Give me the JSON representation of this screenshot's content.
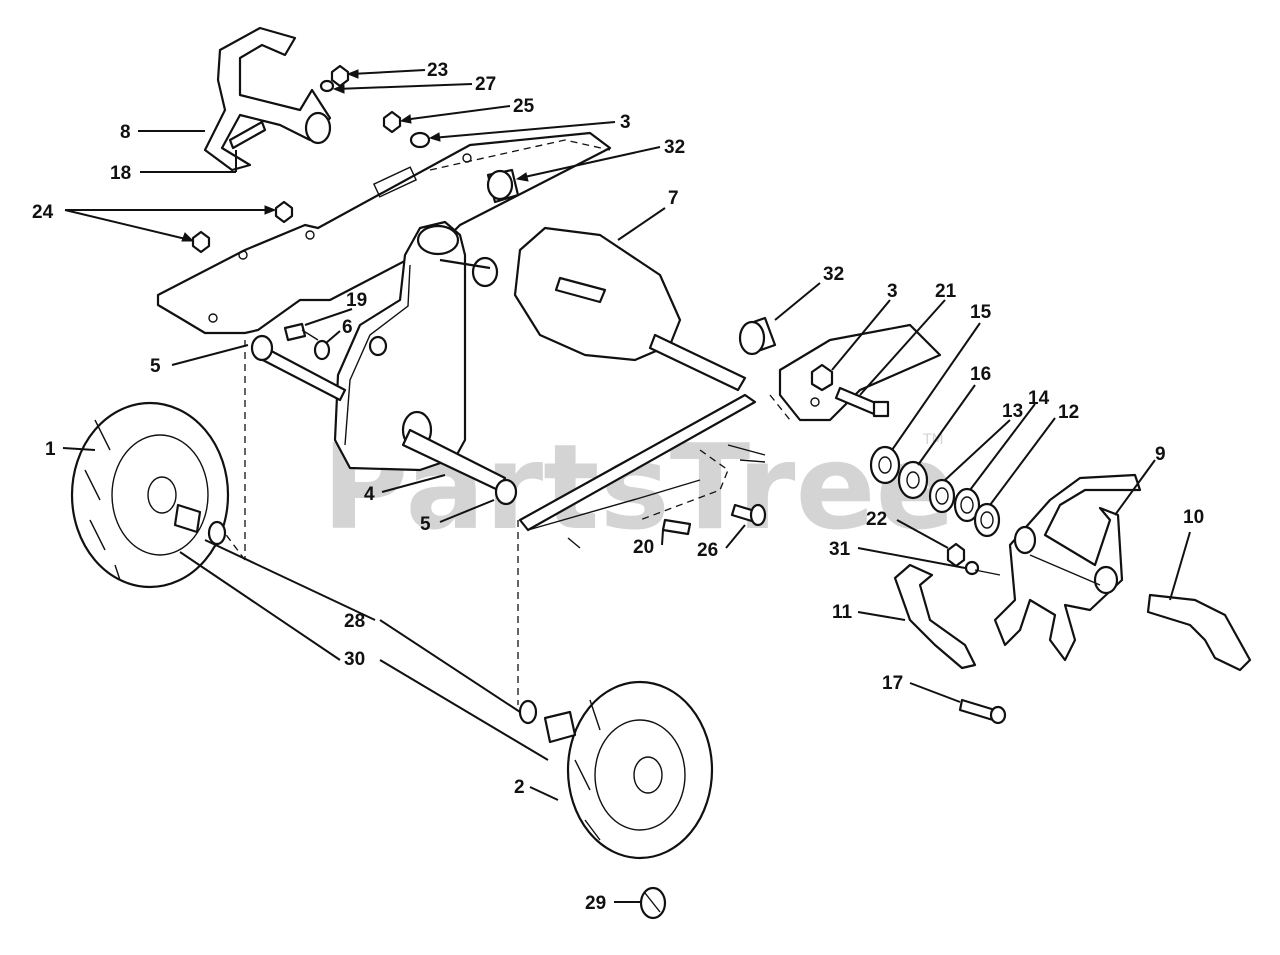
{
  "watermark": {
    "text": "PartsTree",
    "tm": "TM"
  },
  "callouts": [
    {
      "id": "c23",
      "label": "23"
    },
    {
      "id": "c27",
      "label": "27"
    },
    {
      "id": "c25",
      "label": "25"
    },
    {
      "id": "c3a",
      "label": "3"
    },
    {
      "id": "c32a",
      "label": "32"
    },
    {
      "id": "c8",
      "label": "8"
    },
    {
      "id": "c18",
      "label": "18"
    },
    {
      "id": "c24",
      "label": "24"
    },
    {
      "id": "c7",
      "label": "7"
    },
    {
      "id": "c32b",
      "label": "32"
    },
    {
      "id": "c3b",
      "label": "3"
    },
    {
      "id": "c21",
      "label": "21"
    },
    {
      "id": "c15",
      "label": "15"
    },
    {
      "id": "c19",
      "label": "19"
    },
    {
      "id": "c6",
      "label": "6"
    },
    {
      "id": "c5a",
      "label": "5"
    },
    {
      "id": "c16",
      "label": "16"
    },
    {
      "id": "c13",
      "label": "13"
    },
    {
      "id": "c14",
      "label": "14"
    },
    {
      "id": "c12",
      "label": "12"
    },
    {
      "id": "c1",
      "label": "1"
    },
    {
      "id": "c9",
      "label": "9"
    },
    {
      "id": "c4",
      "label": "4"
    },
    {
      "id": "c5b",
      "label": "5"
    },
    {
      "id": "c10",
      "label": "10"
    },
    {
      "id": "c22",
      "label": "22"
    },
    {
      "id": "c20",
      "label": "20"
    },
    {
      "id": "c26",
      "label": "26"
    },
    {
      "id": "c31",
      "label": "31"
    },
    {
      "id": "c11",
      "label": "11"
    },
    {
      "id": "c28",
      "label": "28"
    },
    {
      "id": "c30",
      "label": "30"
    },
    {
      "id": "c17",
      "label": "17"
    },
    {
      "id": "c2",
      "label": "2"
    },
    {
      "id": "c29",
      "label": "29"
    }
  ]
}
